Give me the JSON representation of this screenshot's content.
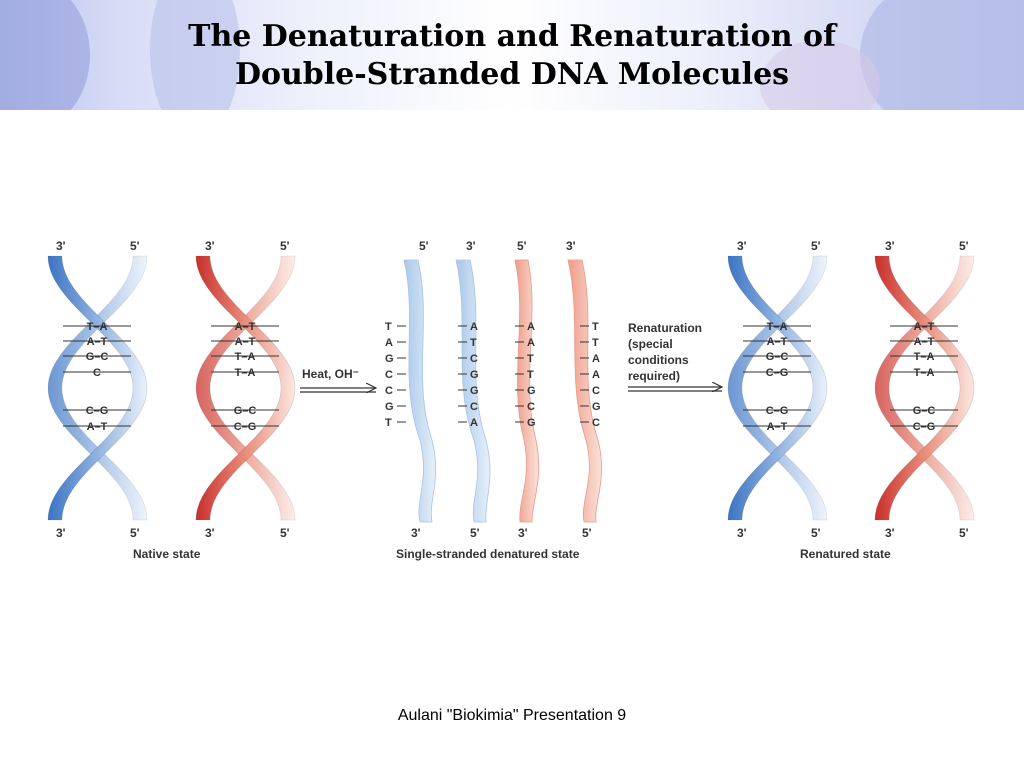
{
  "slide": {
    "title_line1": "The Denaturation and Renaturation of",
    "title_line2": "Double-Stranded DNA Molecules",
    "footer": "Aulani \"Biokimia\" Presentation 9"
  },
  "colors": {
    "blue": "#5b8fd0",
    "red": "#d9534a",
    "pale_blue": "#c8ddf2",
    "pale_red": "#f2b3a3"
  },
  "diagram": {
    "captions": {
      "native": "Native state",
      "denatured": "Single-stranded denatured state",
      "renatured": "Renatured state"
    },
    "arrows": {
      "heat": "Heat, OH⁻",
      "renaturation": [
        "Renaturation",
        "(special",
        "conditions",
        "required)"
      ]
    },
    "prime_3": "3'",
    "prime_5": "5'",
    "helix_pairs": [
      "T–A",
      "A–T",
      "G–C",
      "C",
      "C–G",
      "A–T"
    ],
    "helix_pairs_b": [
      "A–T",
      "A–T",
      "T–A",
      "T–A",
      "G–C",
      "C–G"
    ],
    "helix_pairs_r1": [
      "T–A",
      "A–T",
      "G–C",
      "C–G",
      "C–G",
      "A–T"
    ],
    "helix_pairs_r2": [
      "A–T",
      "A–T",
      "T–A",
      "T–A",
      "G–C",
      "C–G"
    ],
    "strand1": [
      "T",
      "A",
      "G",
      "C",
      "C",
      "G",
      "T"
    ],
    "strand2": [
      "A",
      "T",
      "C",
      "G",
      "G",
      "C",
      "A"
    ],
    "strand3": [
      "A",
      "A",
      "T",
      "T",
      "G",
      "C",
      "G"
    ],
    "strand4": [
      "T",
      "T",
      "A",
      "A",
      "C",
      "G",
      "C"
    ]
  }
}
